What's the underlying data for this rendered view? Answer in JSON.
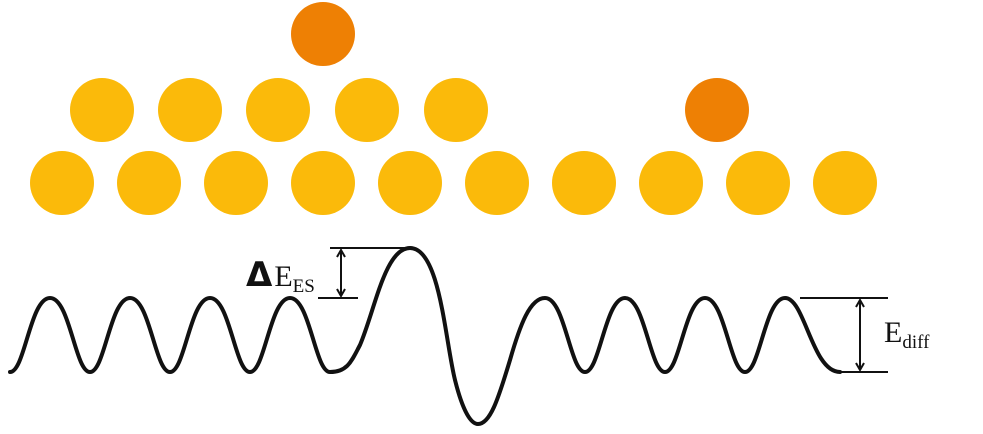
{
  "colors": {
    "surface_atom": "#fbba0a",
    "adatom": "#ee8004",
    "curve": "#111111",
    "background": "#ffffff"
  },
  "atoms": {
    "bottom_row_count": 10,
    "top_row_count": 5,
    "adatom_count": 2
  },
  "labels": {
    "es_barrier": {
      "delta": "Δ",
      "main": "E",
      "subscript": "ES"
    },
    "diffusion_barrier": {
      "main": "E",
      "subscript": "diff"
    }
  }
}
